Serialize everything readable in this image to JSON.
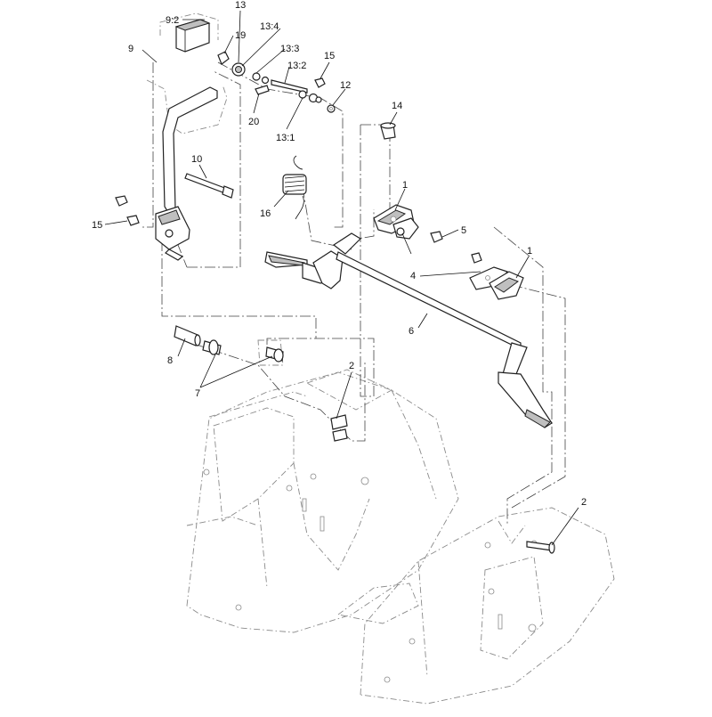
{
  "diagram": {
    "callouts": [
      {
        "label": "9:2"
      },
      {
        "label": "13"
      },
      {
        "label": "19"
      },
      {
        "label": "13:4"
      },
      {
        "label": "13:3"
      },
      {
        "label": "15"
      },
      {
        "label": "13:2"
      },
      {
        "label": "12"
      },
      {
        "label": "9"
      },
      {
        "label": "20"
      },
      {
        "label": "13:1"
      },
      {
        "label": "14"
      },
      {
        "label": "10"
      },
      {
        "label": "16"
      },
      {
        "label": "1"
      },
      {
        "label": "15"
      },
      {
        "label": "5"
      },
      {
        "label": "1"
      },
      {
        "label": "4"
      },
      {
        "label": "6"
      },
      {
        "label": "8"
      },
      {
        "label": "7"
      },
      {
        "label": "2"
      },
      {
        "label": "2"
      }
    ],
    "colors": {
      "line": "#222222",
      "phantom": "#8a8a8a",
      "shading": "#bfbfbf",
      "background": "#ffffff"
    }
  }
}
